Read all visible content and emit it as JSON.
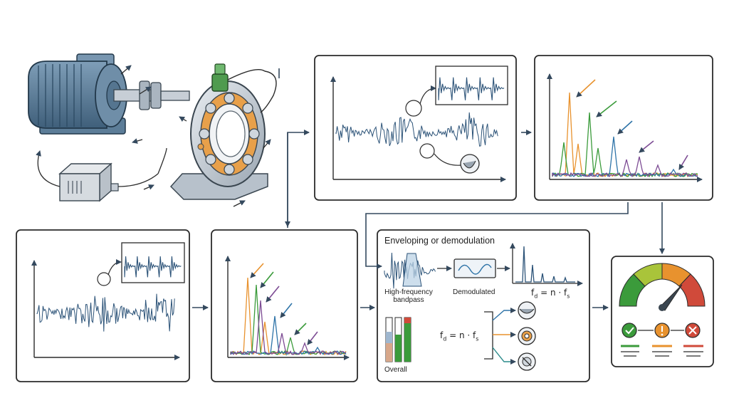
{
  "enveloping": {
    "title": "Enveloping or demodulation",
    "bandpass_label": "High-frequency bandpass",
    "demodulated_label": "Demodulated",
    "overall_label": "Overall",
    "fault_frequency_formula": {
      "lhs": "f",
      "lhs_sub": "d",
      "rhs": " = n · f",
      "rhs_sub": "s"
    }
  },
  "colors": {
    "signal": "#2c5378",
    "orange": "#e8922e",
    "green": "#3b9b3b",
    "blue": "#2f74a8",
    "purple": "#7d4c94",
    "red": "#d04a3a",
    "panel_border": "#2b2b2b",
    "arrow": "#34495e"
  },
  "icons": [
    "electric-motor-icon",
    "bearing-housing-icon",
    "accelerometer-icon",
    "data-acquisition-box-icon",
    "check-icon",
    "warning-icon",
    "cross-icon",
    "gauge-needle-icon"
  ],
  "gauge": {
    "zones": [
      "green",
      "yellow",
      "orange",
      "red"
    ],
    "status_icons": [
      "check",
      "warning",
      "cross"
    ]
  }
}
